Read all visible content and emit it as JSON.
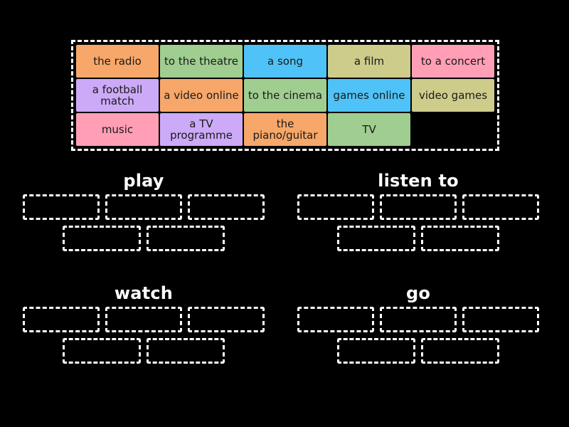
{
  "activity": {
    "type": "group-sort",
    "background_color": "#000000"
  },
  "palette": {
    "orange": "#f7a769",
    "green": "#9fce90",
    "blue": "#4fc3f7",
    "khaki": "#cdcc8b",
    "pink": "#ff9eb5",
    "purple": "#ccaaf7",
    "slot_border": "#ffffff",
    "title_color": "#ffffff",
    "tile_text": "#1a1a1a"
  },
  "word_bank": {
    "name": "word-bank",
    "columns": 5,
    "rows": 3,
    "tiles": [
      {
        "label": "the radio",
        "color": "#f7a769"
      },
      {
        "label": "to the theatre",
        "color": "#9fce90"
      },
      {
        "label": "a song",
        "color": "#4fc3f7"
      },
      {
        "label": "a film",
        "color": "#cdcc8b"
      },
      {
        "label": "to a concert",
        "color": "#ff9eb5"
      },
      {
        "label": "a football match",
        "color": "#ccaaf7"
      },
      {
        "label": "a video online",
        "color": "#f7a769"
      },
      {
        "label": "to the cinema",
        "color": "#9fce90"
      },
      {
        "label": "games online",
        "color": "#4fc3f7"
      },
      {
        "label": "video games",
        "color": "#cdcc8b"
      },
      {
        "label": "music",
        "color": "#ff9eb5"
      },
      {
        "label": "a TV programme",
        "color": "#ccaaf7"
      },
      {
        "label": "the piano/guitar",
        "color": "#f7a769"
      },
      {
        "label": "TV",
        "color": "#9fce90"
      },
      {
        "label": "",
        "color": "transparent"
      }
    ]
  },
  "groups": [
    {
      "title": "play",
      "slot_count": 5,
      "slots_row1": 3,
      "slots_row2": 2
    },
    {
      "title": "listen to",
      "slot_count": 5,
      "slots_row1": 3,
      "slots_row2": 2
    },
    {
      "title": "watch",
      "slot_count": 5,
      "slots_row1": 3,
      "slots_row2": 2
    },
    {
      "title": "go",
      "slot_count": 5,
      "slots_row1": 3,
      "slots_row2": 2
    }
  ]
}
